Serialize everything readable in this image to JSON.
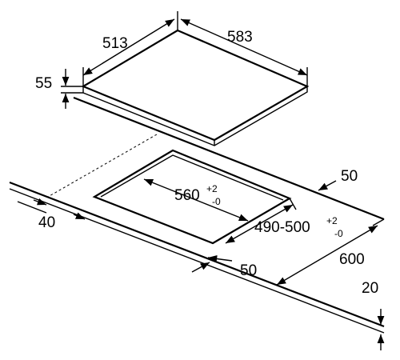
{
  "diagram": {
    "hob": {
      "width": "583",
      "depth": "513",
      "height": "55"
    },
    "cutout": {
      "width_main": "560",
      "width_tol_plus": "+2",
      "width_tol_minus": "-0",
      "depth_main": "490-500",
      "depth_tol_plus": "+2",
      "depth_tol_minus": "-0"
    },
    "clearances": {
      "rear": "50",
      "side": "40",
      "front": "50",
      "worktop_depth": "600",
      "worktop_thickness": "20"
    }
  }
}
